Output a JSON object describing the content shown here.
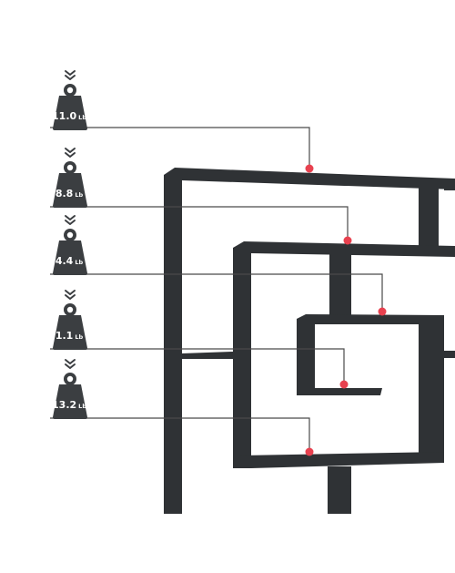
{
  "colors": {
    "shelf": "#2f3235",
    "weight_badge": "#3b3e41",
    "leader_line": "#4a4a4a",
    "marker": "#e8414f",
    "chevron": "#3b3e41",
    "background": "#ffffff"
  },
  "icons": {
    "weight": "kettlebell-weight-icon",
    "arrow": "double-chevron-down-icon",
    "marker": "red-dot-marker"
  },
  "weights": [
    {
      "value": "11.0",
      "unit": "Lb"
    },
    {
      "value": "8.8",
      "unit": "Lb"
    },
    {
      "value": "4.4",
      "unit": "Lb"
    },
    {
      "value": "1.1",
      "unit": "Lb"
    },
    {
      "value": "13.2",
      "unit": "Lb"
    }
  ]
}
